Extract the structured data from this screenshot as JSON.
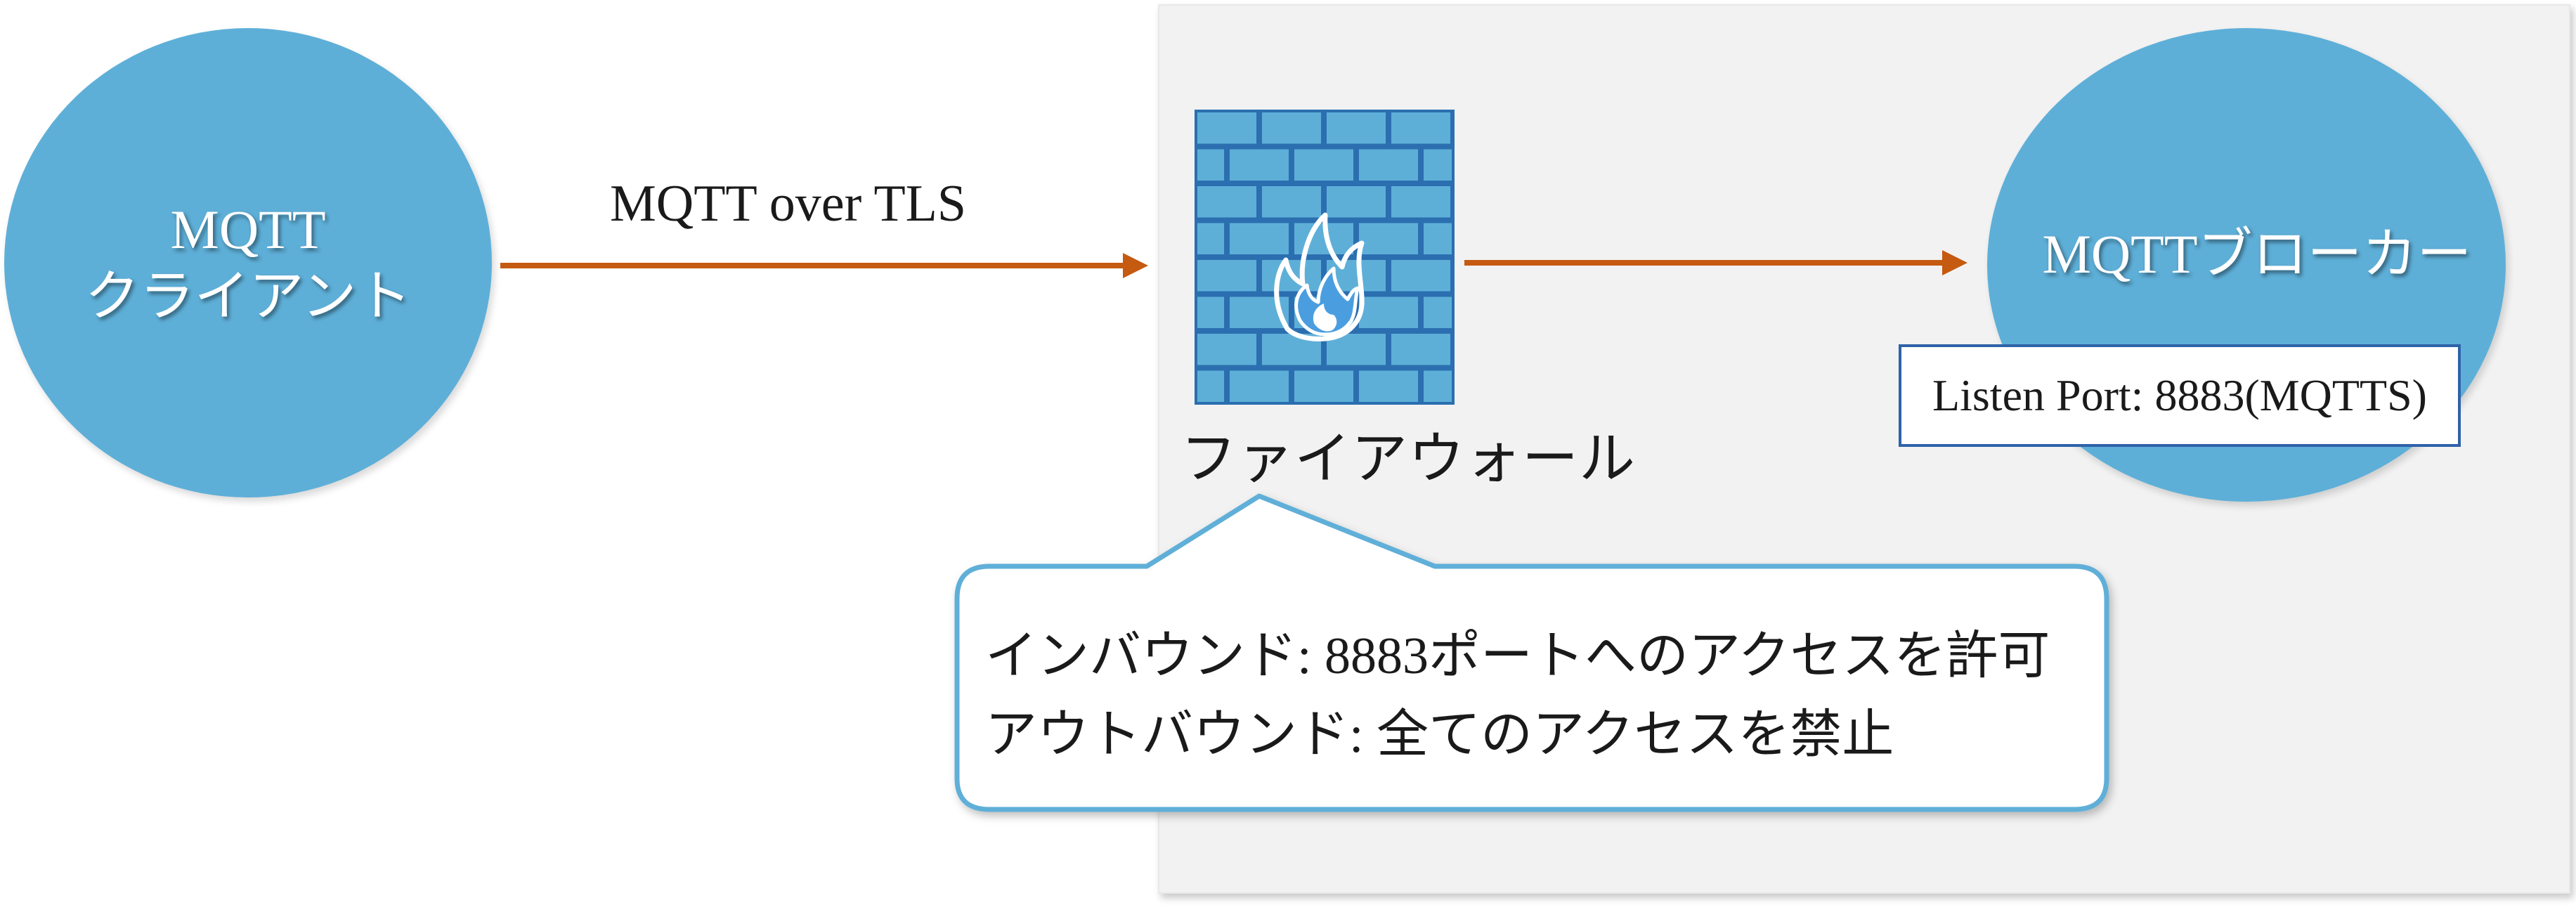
{
  "client": {
    "line1": "MQTT",
    "line2": "クライアント"
  },
  "link_label": "MQTT over TLS",
  "firewall": {
    "label": "ファイアウォール"
  },
  "broker": {
    "title": "MQTTブローカー",
    "listen_port": "Listen Port: 8883(MQTTS)"
  },
  "callout": {
    "line1": "インバウンド: 8883ポートへのアクセスを許可",
    "line2": "アウトバウンド: 全てのアクセスを禁止"
  },
  "colors": {
    "node_fill": "#5eafd8",
    "arrow": "#c55a11",
    "wall_brick": "#5eafd8",
    "wall_mortar": "#2b6fb0",
    "callout_border": "#5eafd8",
    "port_box_border": "#2e62a8",
    "zone_fill": "#f2f2f2"
  },
  "icons": {
    "firewall": "brick-wall-with-flame-icon"
  }
}
